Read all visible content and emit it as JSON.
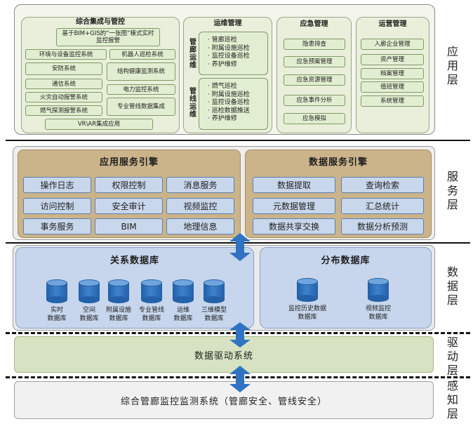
{
  "layers": {
    "application": "应用层",
    "service": "服务层",
    "data": "数据层",
    "driver": "驱动层",
    "sensing": "感知层"
  },
  "application": {
    "integration": {
      "title": "综合集成与管控",
      "bim_gis": "基于BIM+GIS的“一张图”模式实时监控报警",
      "env_monitor": "环境与设备监控系统",
      "robot": "机器人巡检系统",
      "security": "安防系统",
      "structural": "结构健康监测系统",
      "comm": "通信系统",
      "power": "电力监控系统",
      "fire": "火灾自动报警系统",
      "pipeline_data": "专业管线数据集成",
      "gas": "燃气探测报警系统",
      "vr_ar": "VR\\AR集成应用"
    },
    "om": {
      "title": "运维管理",
      "corridor_label": "管廊运维",
      "corridor_items": [
        "· 管廊巡检",
        "· 附属设施巡检",
        "· 监控设备巡检",
        "· 养护维修"
      ],
      "pipeline_label": "管线运维",
      "pipeline_items": [
        "· 燃气巡检",
        "· 附属设施巡检",
        "· 监控设备巡检",
        "· 巡检数据推送",
        "· 养护维修"
      ]
    },
    "emergency": {
      "title": "应急管理",
      "items": [
        "隐患排查",
        "应急预案管理",
        "应急资源管理",
        "应急事件分析",
        "应急模拟"
      ]
    },
    "operation": {
      "title": "运营管理",
      "items": [
        "入廊企业管理",
        "资产管理",
        "档案管理",
        "值班管理",
        "系统管理"
      ]
    }
  },
  "service": {
    "app_engine": {
      "title": "应用服务引擎",
      "items": [
        "操作日志",
        "权限控制",
        "消息服务",
        "访问控制",
        "安全审计",
        "视频监控",
        "事务服务",
        "BIM",
        "地理信息"
      ]
    },
    "data_engine": {
      "title": "数据服务引擎",
      "items": [
        "数据提取",
        "查询检索",
        "元数据管理",
        "汇总统计",
        "数据共享交换",
        "数据分析预测"
      ]
    }
  },
  "data": {
    "relational": {
      "title": "关系数据库",
      "dbs": [
        {
          "l1": "实时",
          "l2": "数据库"
        },
        {
          "l1": "空间",
          "l2": "数据库"
        },
        {
          "l1": "附属设施",
          "l2": "数据库"
        },
        {
          "l1": "专业管线",
          "l2": "数据库"
        },
        {
          "l1": "运维",
          "l2": "数据库"
        },
        {
          "l1": "三维模型",
          "l2": "数据库"
        }
      ]
    },
    "distributed": {
      "title": "分布数据库",
      "dbs": [
        {
          "l1": "监控历史数据",
          "l2": "数据库"
        },
        {
          "l1": "视频监控",
          "l2": "数据库"
        }
      ]
    }
  },
  "driver": {
    "label": "数据驱动系统"
  },
  "sensing": {
    "label": "综合管廊监控监测系统（管廊安全、管线安全）"
  },
  "colors": {
    "arrow": "#2f73c2",
    "service_panel": "#cbb48a",
    "service_box": "#c9d7ec",
    "data_panel": "#c7d6ec",
    "app_box": "#e2eed1",
    "driver_bar": "#d6e2c1"
  }
}
